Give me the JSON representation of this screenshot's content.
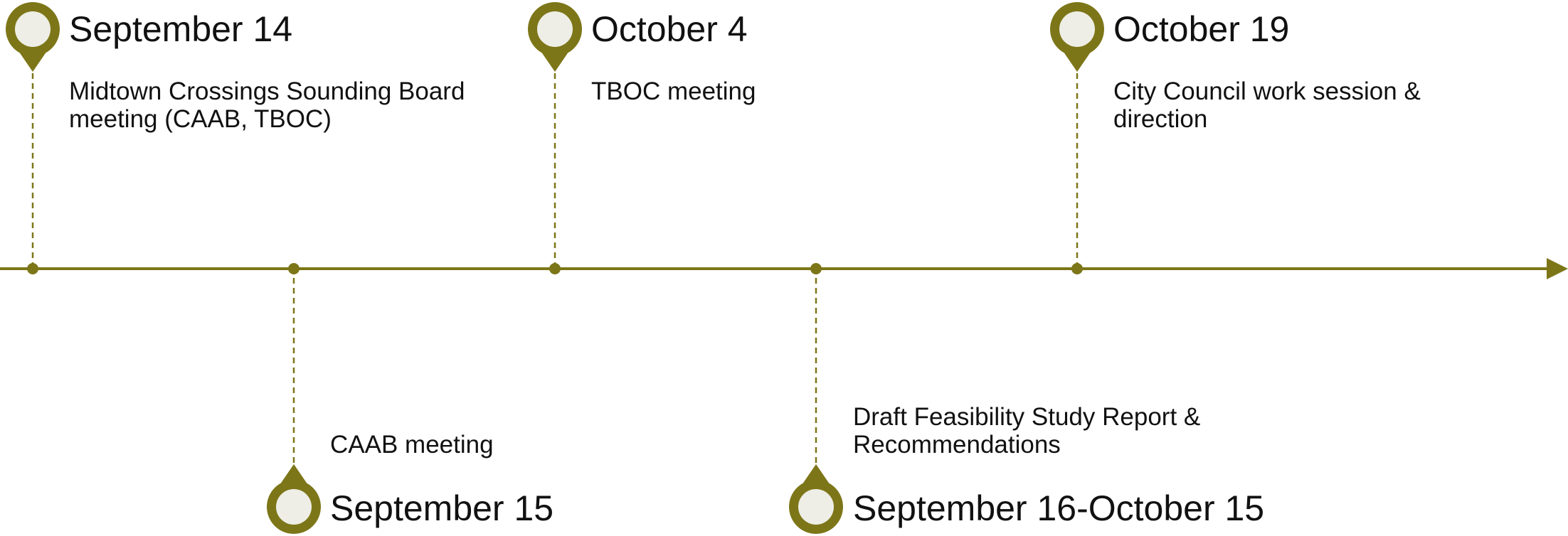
{
  "colors": {
    "accent": "#7d7619",
    "pin_fill": "#eeeee6",
    "text": "#111111",
    "background": "#ffffff"
  },
  "milestones": [
    {
      "date": "September 14",
      "description": "Midtown Crossings Sounding Board meeting (CAAB, TBOC)",
      "side": "above"
    },
    {
      "date": "September 15",
      "description": "CAAB meeting",
      "side": "below"
    },
    {
      "date": "October 4",
      "description": "TBOC meeting",
      "side": "above"
    },
    {
      "date": "September 16-October 15",
      "description": "Draft Feasibility Study Report & Recommendations",
      "side": "below"
    },
    {
      "date": "October 19",
      "description": "City Council work session & direction",
      "side": "above"
    }
  ]
}
